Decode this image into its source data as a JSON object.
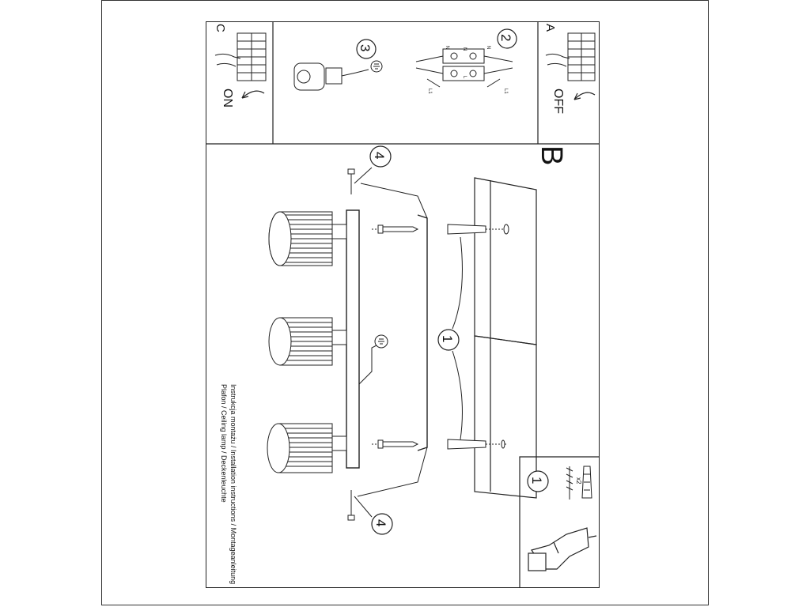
{
  "panels": {
    "a": {
      "letter": "A",
      "state": "OFF"
    },
    "c": {
      "letter": "C",
      "state": "ON"
    },
    "b": {
      "letter": "B"
    },
    "tools": {
      "step": "1",
      "count": "x2"
    }
  },
  "steps": {
    "s1": "1",
    "s2": "2",
    "s3": "3",
    "s4": "4"
  },
  "wiring": {
    "n_left": "N",
    "n_right": "N",
    "l_left": "L1",
    "l_right": "L1",
    "n_mid": "N",
    "l_mid": "L"
  },
  "caption": {
    "line1": "Instrukcja montażu / Installation instructions / Montageanleitung",
    "line2": "Plafon / Ceiling lamp / Deckenleuchte"
  },
  "colors": {
    "ink": "#222222",
    "paper": "#ffffff"
  }
}
